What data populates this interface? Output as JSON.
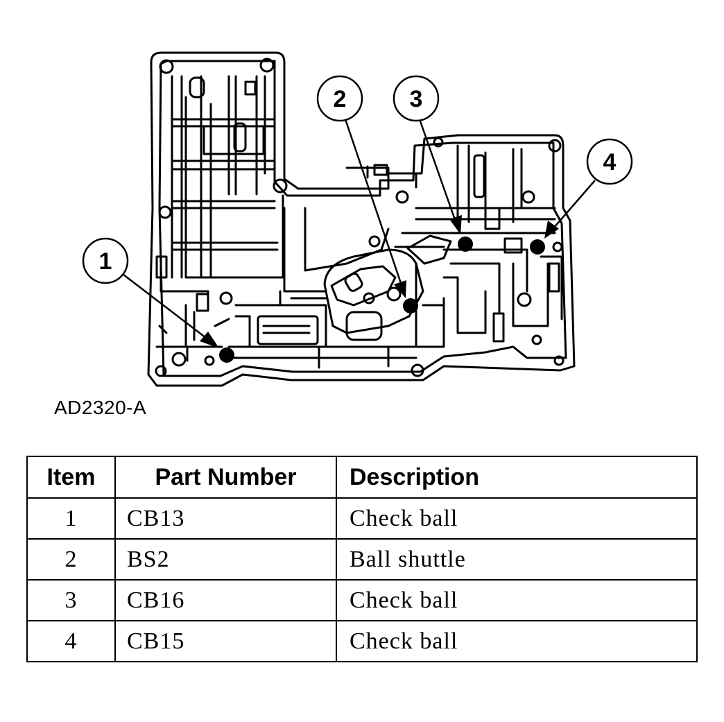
{
  "figure": {
    "code": "AD2320-A",
    "callouts": [
      {
        "label": "1"
      },
      {
        "label": "2"
      },
      {
        "label": "3"
      },
      {
        "label": "4"
      }
    ]
  },
  "table": {
    "headers": {
      "item": "Item",
      "part_number": "Part Number",
      "description": "Description"
    },
    "rows": [
      {
        "item": "1",
        "part_number": "CB13",
        "description": "Check ball"
      },
      {
        "item": "2",
        "part_number": "BS2",
        "description": "Ball shuttle"
      },
      {
        "item": "3",
        "part_number": "CB16",
        "description": "Check ball"
      },
      {
        "item": "4",
        "part_number": "CB15",
        "description": "Check ball"
      }
    ]
  }
}
